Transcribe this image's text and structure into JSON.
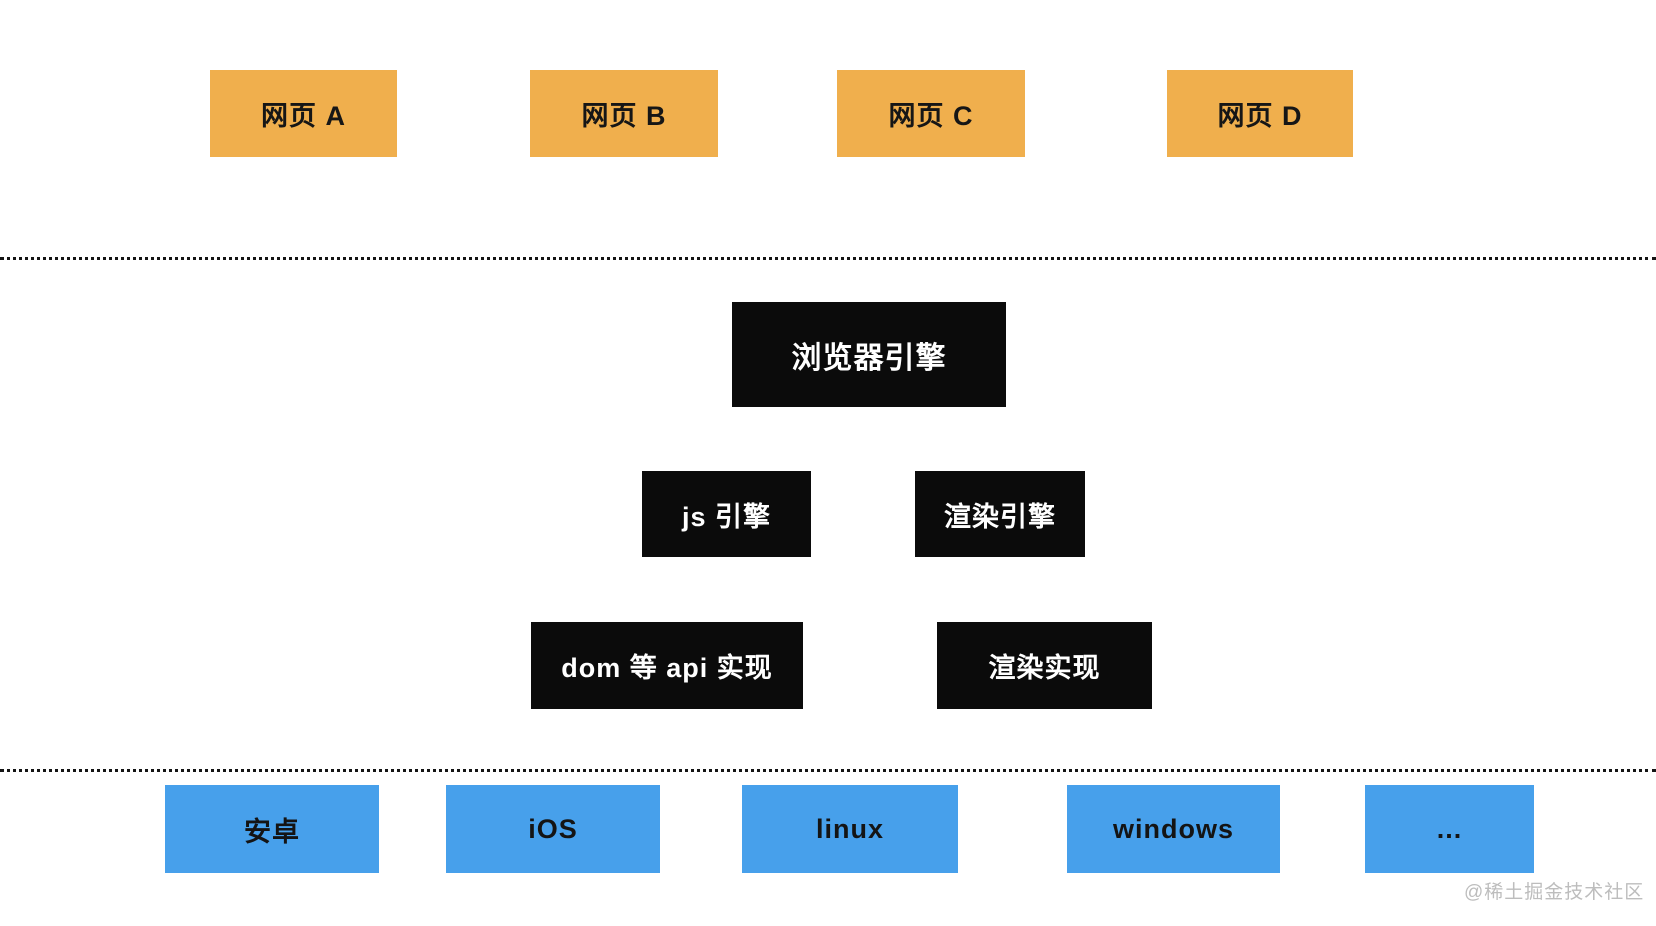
{
  "diagram": {
    "title_implied": "browser architecture layers",
    "webpages": [
      {
        "label": "网页 A"
      },
      {
        "label": "网页 B"
      },
      {
        "label": "网页 C"
      },
      {
        "label": "网页 D"
      }
    ],
    "browser_engine": {
      "label": "浏览器引擎"
    },
    "engines": [
      {
        "label": "js 引擎"
      },
      {
        "label": "渲染引擎"
      }
    ],
    "implementations": [
      {
        "label": "dom 等 api 实现"
      },
      {
        "label": "渲染实现"
      }
    ],
    "platforms": [
      {
        "label": "安卓"
      },
      {
        "label": "iOS"
      },
      {
        "label": "linux"
      },
      {
        "label": "windows"
      },
      {
        "label": "..."
      }
    ],
    "watermark": "@稀土掘金技术社区",
    "colors": {
      "webpage_fill": "#F0AF4D",
      "engine_fill": "#0B0B0B",
      "engine_text": "#FFFFFF",
      "platform_fill": "#47A0EB",
      "separator_dots": "#141414",
      "watermark_text": "#BDBDBD",
      "background": "#FFFFFF"
    }
  }
}
